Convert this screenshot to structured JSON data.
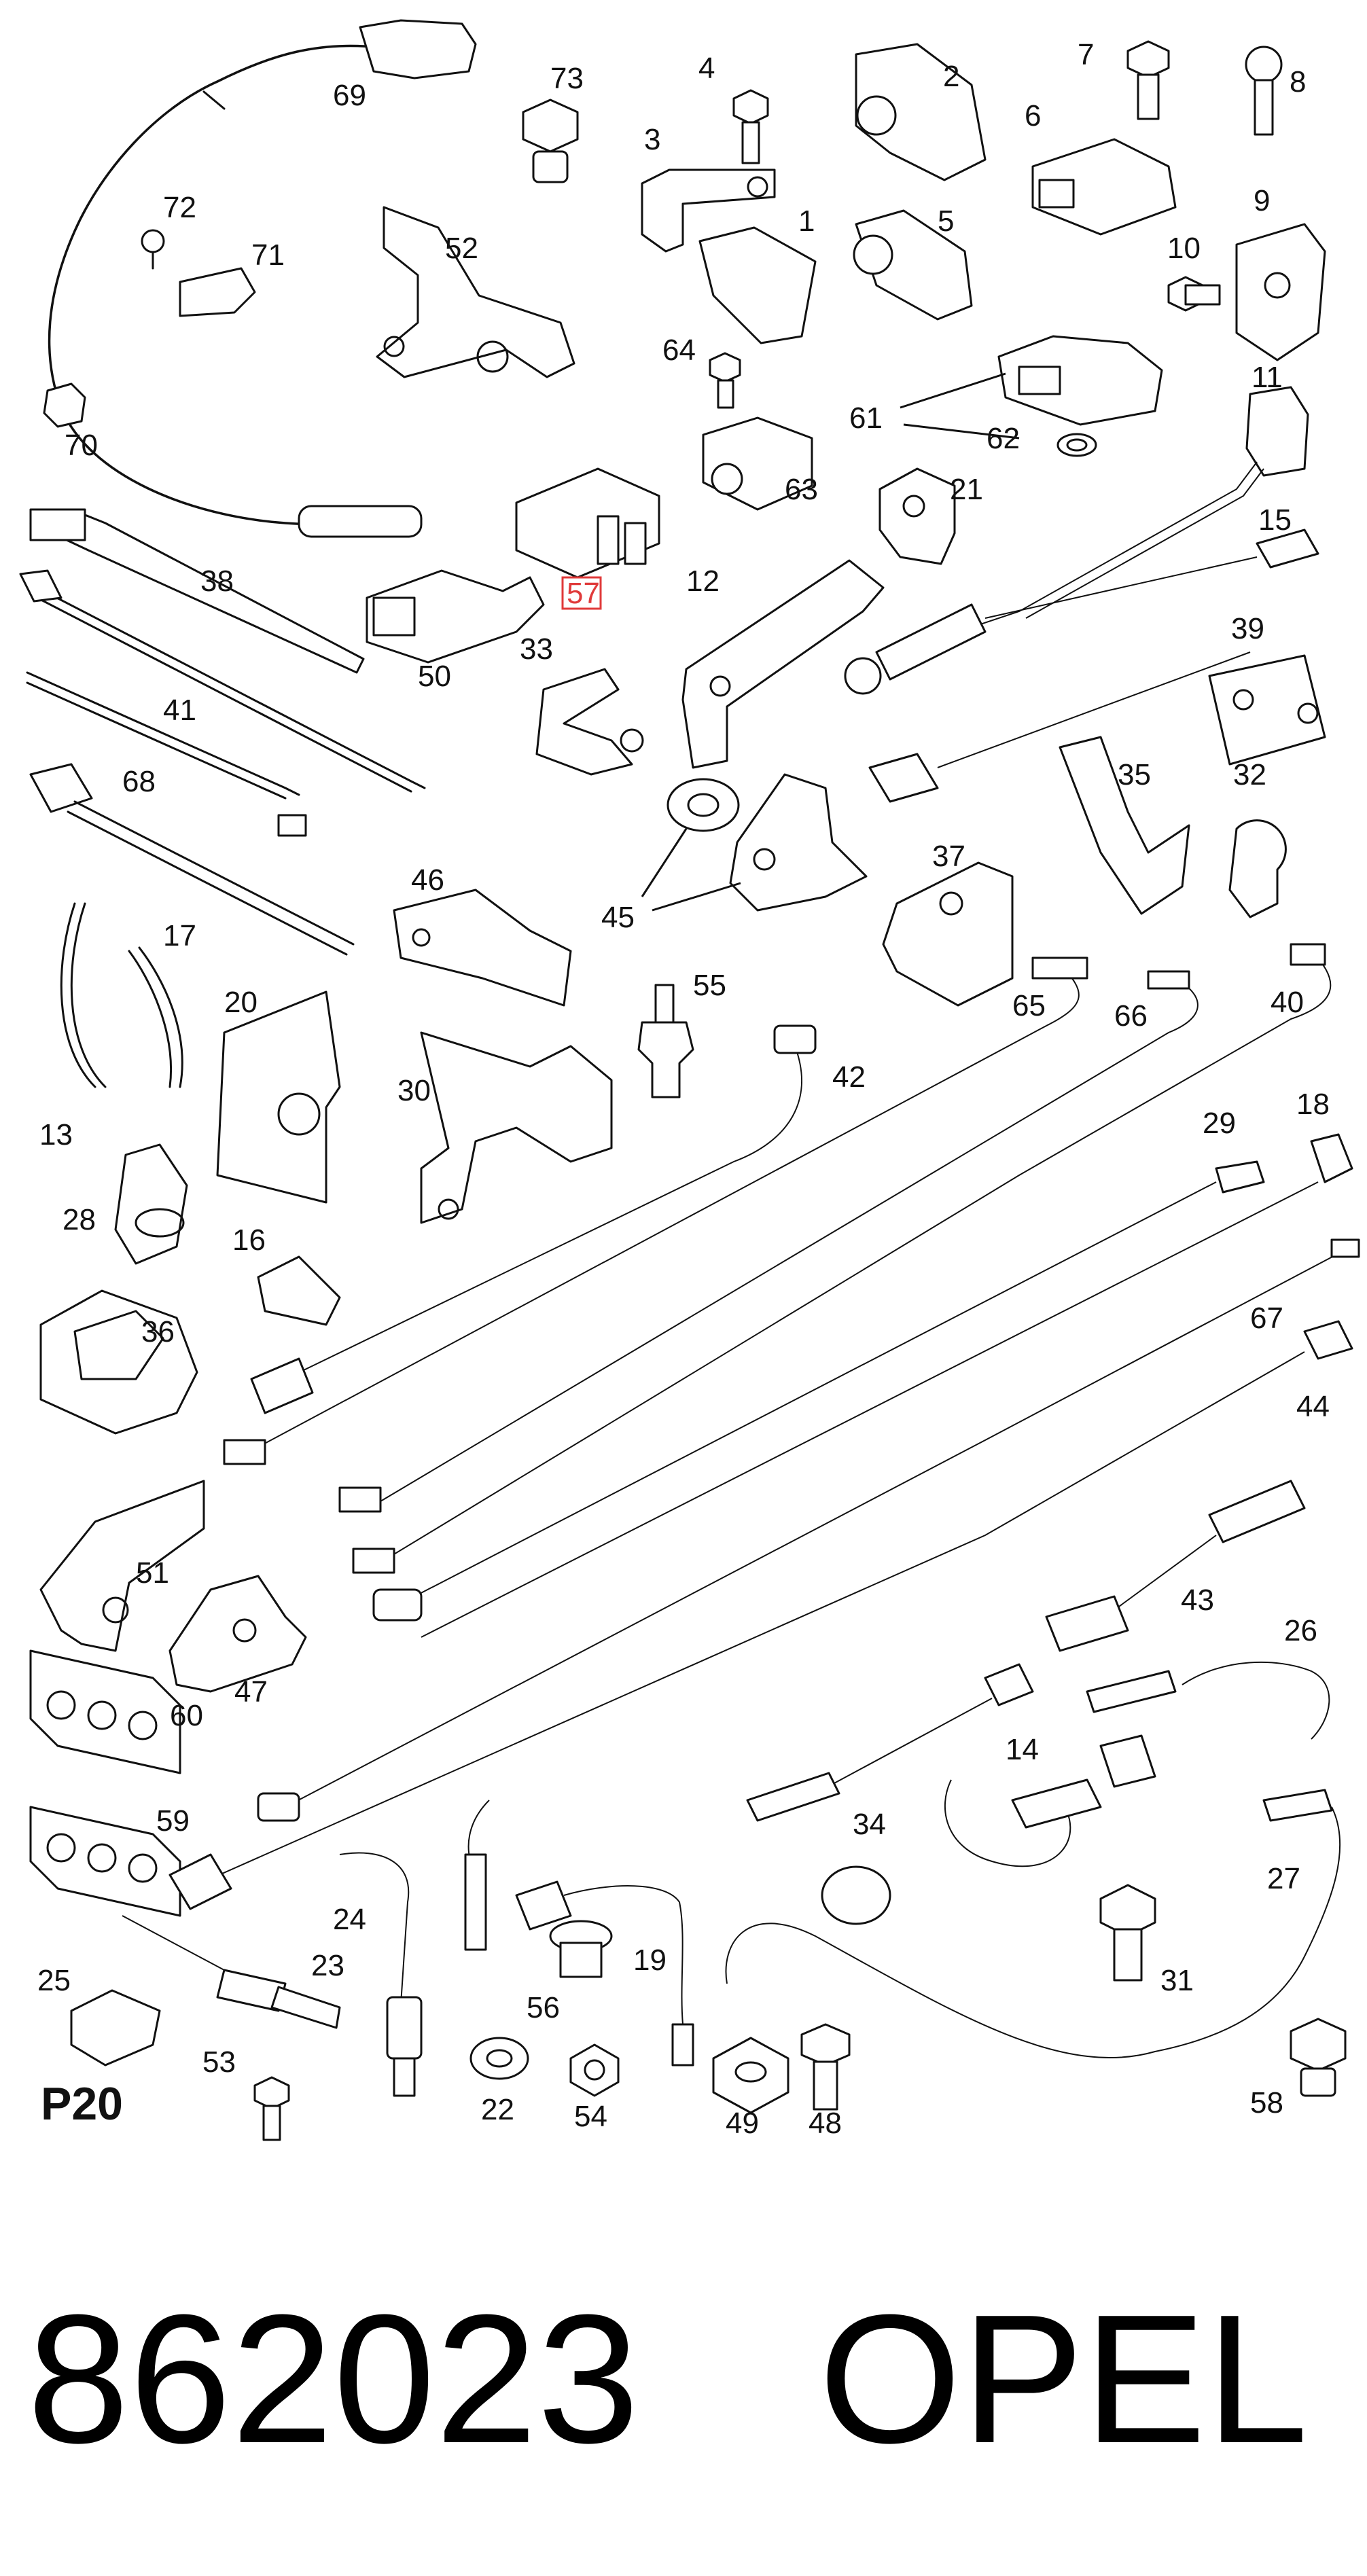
{
  "page_code": "P20",
  "catalog_number": "862023",
  "brand": "OPEL",
  "highlight": {
    "label": "57",
    "color": "#e03a3a"
  },
  "callouts": [
    "69",
    "73",
    "4",
    "2",
    "7",
    "8",
    "3",
    "6",
    "72",
    "71",
    "52",
    "1",
    "5",
    "10",
    "9",
    "64",
    "61",
    "11",
    "62",
    "70",
    "63",
    "21",
    "15",
    "38",
    "57",
    "12",
    "39",
    "50",
    "33",
    "41",
    "68",
    "35",
    "32",
    "45",
    "37",
    "46",
    "17",
    "55",
    "20",
    "65",
    "66",
    "40",
    "42",
    "30",
    "13",
    "18",
    "29",
    "28",
    "16",
    "36",
    "67",
    "44",
    "51",
    "43",
    "47",
    "26",
    "60",
    "14",
    "59",
    "34",
    "27",
    "24",
    "23",
    "31",
    "19",
    "25",
    "56",
    "53",
    "22",
    "54",
    "49",
    "48",
    "58"
  ],
  "labels": {
    "l_69": "69",
    "l_73": "73",
    "l_4": "4",
    "l_2": "2",
    "l_7": "7",
    "l_8": "8",
    "l_3": "3",
    "l_6": "6",
    "l_72": "72",
    "l_71": "71",
    "l_52": "52",
    "l_1": "1",
    "l_5": "5",
    "l_10": "10",
    "l_9": "9",
    "l_64": "64",
    "l_61": "61",
    "l_11": "11",
    "l_62": "62",
    "l_70": "70",
    "l_63": "63",
    "l_21": "21",
    "l_15": "15",
    "l_38": "38",
    "l_57": "57",
    "l_12": "12",
    "l_39": "39",
    "l_50": "50",
    "l_33": "33",
    "l_41": "41",
    "l_68": "68",
    "l_35": "35",
    "l_32": "32",
    "l_45": "45",
    "l_37": "37",
    "l_46": "46",
    "l_17": "17",
    "l_55": "55",
    "l_20": "20",
    "l_65": "65",
    "l_66": "66",
    "l_40": "40",
    "l_42": "42",
    "l_30": "30",
    "l_13": "13",
    "l_18": "18",
    "l_29": "29",
    "l_28": "28",
    "l_16": "16",
    "l_36": "36",
    "l_67": "67",
    "l_44": "44",
    "l_51": "51",
    "l_43": "43",
    "l_47": "47",
    "l_26": "26",
    "l_60": "60",
    "l_14": "14",
    "l_59": "59",
    "l_34": "34",
    "l_27": "27",
    "l_24": "24",
    "l_23": "23",
    "l_31": "31",
    "l_19": "19",
    "l_25": "25",
    "l_56": "56",
    "l_53": "53",
    "l_22": "22",
    "l_54": "54",
    "l_49": "49",
    "l_48": "48",
    "l_58": "58"
  }
}
